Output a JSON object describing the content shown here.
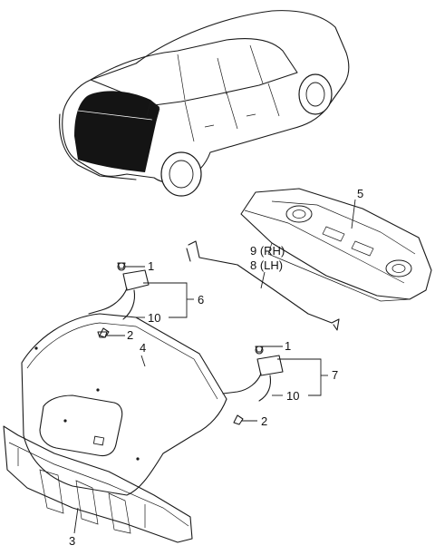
{
  "callouts": {
    "c1a": "1",
    "c1b": "1",
    "c2a": "2",
    "c2b": "2",
    "c3": "3",
    "c4": "4",
    "c5": "5",
    "c6": "6",
    "c7": "7",
    "c8": "8 (LH)",
    "c9": "9 (RH)",
    "c10a": "10",
    "c10b": "10"
  }
}
